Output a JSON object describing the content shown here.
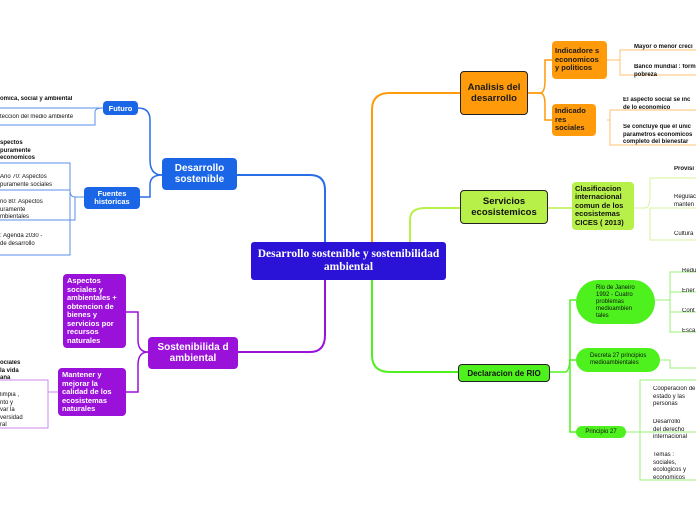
{
  "central": {
    "title": "Desarrollo sostenible y sostenibilidad ambiental"
  },
  "left": {
    "desarrollo": {
      "title": "Desarrollo sostenible",
      "futuro": {
        "title": "Futuro",
        "items": [
          "omica, social y ambiental",
          "teccion del medio ambiente"
        ]
      },
      "fuentes": {
        "title": "Fuentes historicas",
        "items": [
          "spectos\npuramente\neconomicos",
          "Año 70: Aspectos\npuramente sociales",
          "ño 80: Aspectos\nuramente\nmbientales",
          ": Agenda 2030 -\nde desarrollo"
        ]
      }
    },
    "sostenibilidad": {
      "title": "Sostenibilida d ambiental",
      "aspectos": "Aspectos sociales y ambientales + obtencion de bienes y servicios por recursos naturales",
      "mantener": {
        "title": "Mantener y mejorar la calidad de los ecosistemas naturales",
        "items": [
          "ociales\nla vida\nana",
          "limpia ,\nnto y\nvar la\nversidad\nral"
        ]
      }
    }
  },
  "right": {
    "analisis": {
      "title": "Analisis del desarrollo",
      "economicos": {
        "title": "Indicadore s economicos y politicos",
        "items": [
          "Mayor o menor creci",
          "Banco mundial : form\npobreza"
        ]
      },
      "sociales": {
        "title": "Indicado res sociales",
        "items": [
          "El aspecto social se inc\nde lo economico",
          "Se concluye que el unic\nparametros economicos\ncompleto del bienestar"
        ]
      }
    },
    "servicios": {
      "title": "Servicios ecosistemicos",
      "cices": {
        "title": "Clasificacion internacional comun de los ecosistemas CICES ( 2013)",
        "items": [
          "Provisi",
          "Regulac\nmanten",
          "Cultura"
        ]
      }
    },
    "rio": {
      "title": "Declaracion de RIO",
      "rio1992": {
        "title": "Rio de Janeiro 1992 - Cuatro problemas medioambien tales",
        "items": [
          "Redu",
          "Ener",
          "Cont",
          "Esca"
        ]
      },
      "decreto": {
        "title": "Decreta 27 principios medioambientales"
      },
      "principio": {
        "title": "Principio 27",
        "items": [
          "Cooperacion de\nestado y las\npersonas",
          "Desarrollo\ndel derecho\ninternacional",
          "Temas :\nsociales,\necologicos y\neconomicos"
        ]
      }
    }
  },
  "colors": {
    "central": "#2a12d6",
    "blue": "#1b66e6",
    "purple": "#9a12d9",
    "orange": "#ff9a0a",
    "lime": "#b8f04a",
    "green": "#4ef01e"
  }
}
